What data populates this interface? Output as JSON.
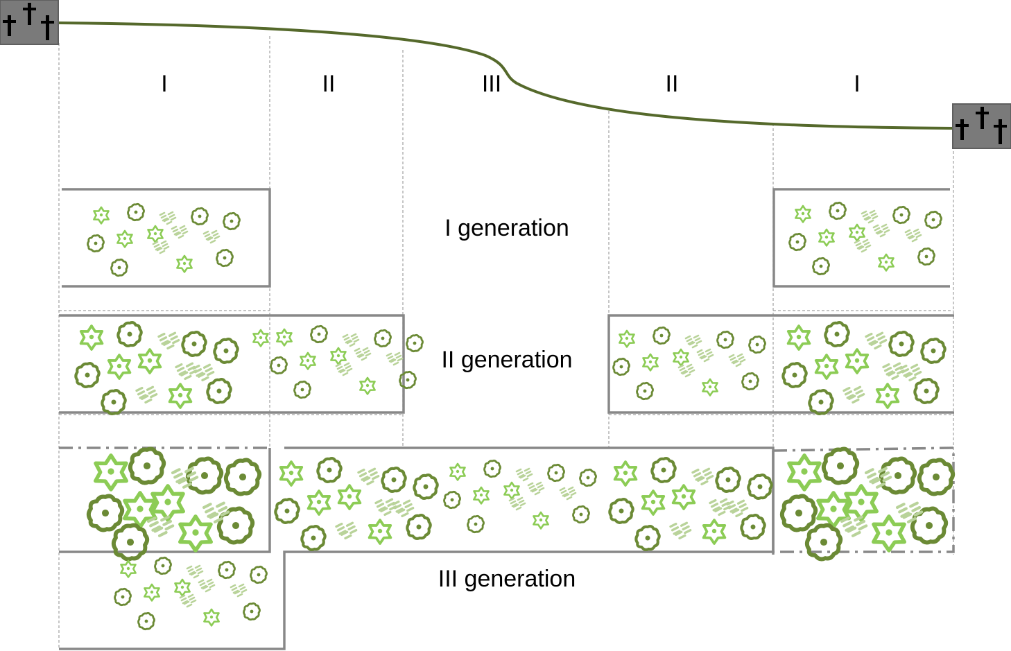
{
  "zones": [
    "I",
    "II",
    "III",
    "II",
    "I"
  ],
  "generations": [
    "I generation",
    "II generation",
    "III generation"
  ],
  "icons": {
    "cemetery": "cross-icon",
    "plant_star": "star-flower-icon",
    "plant_round": "round-bush-icon",
    "plant_grass": "grass-tuft-icon"
  },
  "colors": {
    "curve": "#55692b",
    "star_plant": "#8ccc55",
    "round_plant": "#6b8a35",
    "grass_plant": "#b9d39a",
    "box_border": "#888888",
    "guide_line": "#999999",
    "cemetery_fill": "#7a7a7a"
  }
}
